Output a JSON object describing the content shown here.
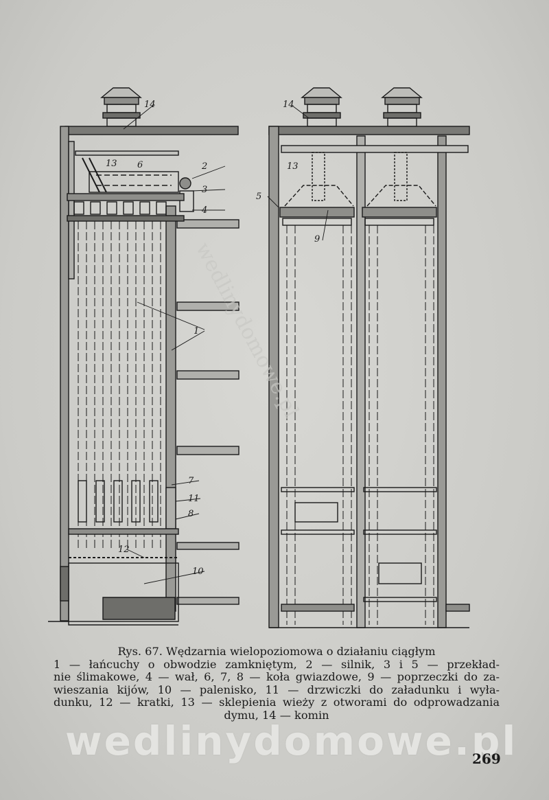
{
  "figure": {
    "labels": {
      "l1": "1",
      "l2": "2",
      "l3": "3",
      "l4": "4",
      "l5": "5",
      "l6": "6",
      "l7": "7",
      "l8": "8",
      "l9": "9",
      "l10": "10",
      "l11": "11",
      "l12": "12",
      "l13a": "13",
      "l13b": "13",
      "l14a": "14",
      "l14b": "14"
    },
    "diagonal_watermark": "wedlinydomowe.pl"
  },
  "caption": {
    "title": "Rys. 67. Wędzarnia wielopoziomowa o działaniu ciągłym",
    "lines": [
      "1 — łańcuchy o obwodzie zamkniętym, 2 — silnik, 3 i 5 — przekład-",
      "nie ślimakowe, 4 — wał, 6, 7, 8 — koła gwiazdowe, 9 — poprzeczki do za-",
      "wieszania kijów, 10 — palenisko, 11 — drzwiczki do załadunku i wyła-",
      "dunku, 12 — kratki, 13 — sklepienia wieży z otworami do odprowadzania"
    ],
    "last_line": "dymu, 14 — komin"
  },
  "watermark": "wedlinydomowe.pl",
  "page_number": "269"
}
